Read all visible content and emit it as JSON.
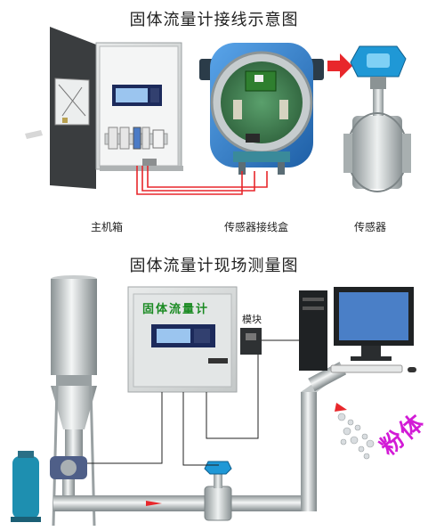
{
  "top": {
    "title": "固体流量计接线示意图",
    "labels": {
      "host": "主机箱",
      "junction_box": "传感器接线盒",
      "sensor": "传感器"
    }
  },
  "bottom": {
    "title": "固体流量计现场测量图",
    "cabinet_label": "固体流量计",
    "module_label": "模块",
    "powder_label": "粉体"
  },
  "colors": {
    "cable": "#e8272b",
    "cabinet_body": "#d9dcdc",
    "junction_blue": "#2f7fcf",
    "cabinet_green_text": "#1a8a22",
    "powder_magenta": "#d21bd6",
    "tank_blue": "#1e8fb0"
  }
}
